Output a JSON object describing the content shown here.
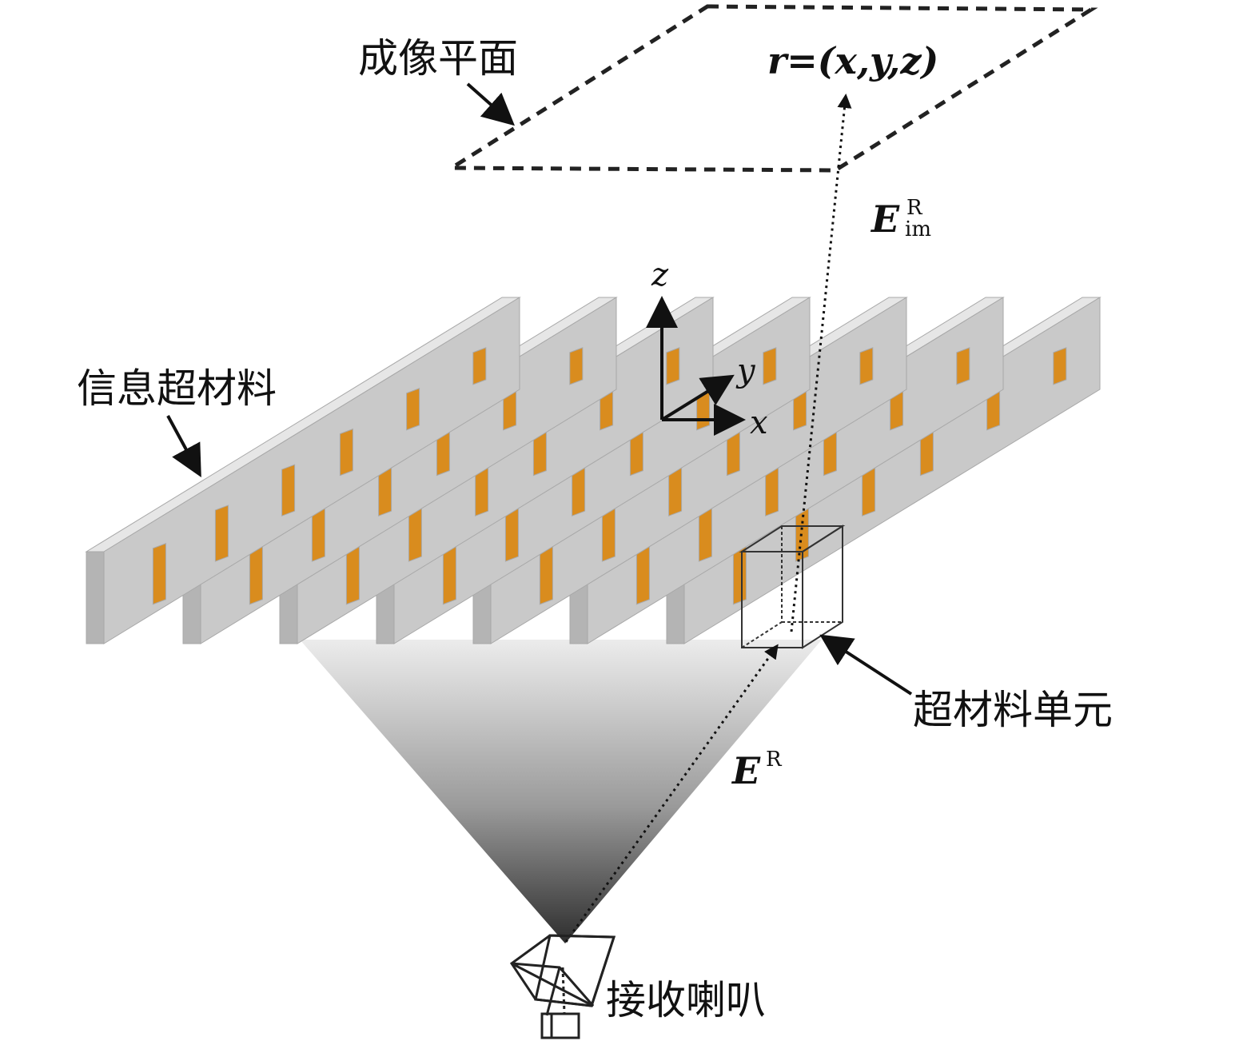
{
  "labels": {
    "imaging_plane": "成像平面",
    "position_vector": "r=(x,y,z)",
    "info_metamaterial": "信息超材料",
    "unit_cell": "超材料单元",
    "horn": "接收喇叭",
    "field_im": "E",
    "field_im_sup": "R",
    "field_im_sub": "im",
    "field_r": "E",
    "field_r_sup": "R",
    "axis_x": "x",
    "axis_y": "y",
    "axis_z": "z"
  },
  "colors": {
    "slab_front": "#c9c9c9",
    "slab_top": "#e6e6e6",
    "slab_side": "#b4b4b4",
    "patch": "#d98c1e",
    "beam_top": "#ececec",
    "beam_bottom": "#3a3a3a"
  },
  "slab_count": 7
}
